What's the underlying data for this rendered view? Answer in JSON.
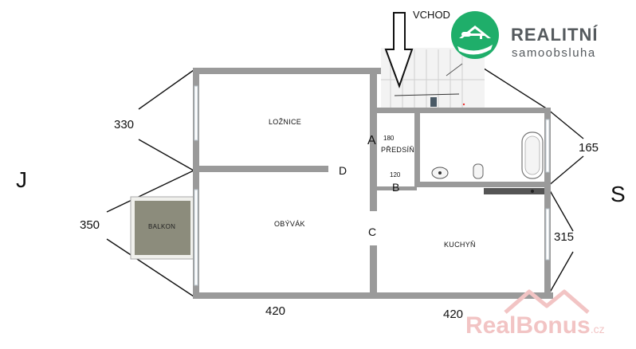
{
  "rooms": {
    "loznice": "LOŽNICE",
    "predsin": "PŘEDSÍŇ",
    "obyvak": "OBÝVÁK",
    "kuchyn": "KUCHYŇ",
    "balkon": "BALKON"
  },
  "entrance_label": "VCHOD",
  "dimensions": {
    "top_left": "330",
    "bottom_left": "350",
    "bottom_left_width": "420",
    "bottom_right_width": "420",
    "right_top": "165",
    "right_bottom": "315",
    "predsin_w": "180",
    "predsin_h": "120"
  },
  "door_markers": {
    "a": "A",
    "b": "B",
    "c": "C",
    "d": "D"
  },
  "orientation": {
    "west": "J",
    "east": "S"
  },
  "logo_top": {
    "name": "REALITNÍ",
    "subtitle": "samoobsluha",
    "icon": "house-key-icon"
  },
  "watermark": {
    "name_part1": "Real",
    "name_part2": "Bonus",
    "suffix": ".cz"
  },
  "colors": {
    "wall": "#9a9a9a",
    "balkon": "#8a8a7a",
    "logo_green": "#1fae6a",
    "logo_gray": "#555a5e",
    "watermark": "#f2c4c4"
  }
}
